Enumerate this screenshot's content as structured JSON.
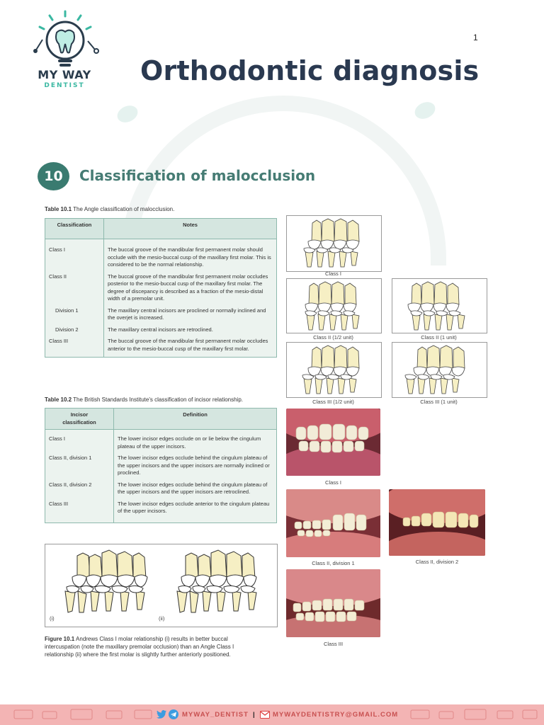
{
  "page_number": "1",
  "logo": {
    "line1": "MY WAY",
    "line2": "DENTIST"
  },
  "title": "Orthodontic diagnosis",
  "chapter": {
    "number": "10",
    "title": "Classification of malocclusion"
  },
  "table1": {
    "caption_bold": "Table 10.1",
    "caption": "The Angle classification of malocclusion.",
    "headers": [
      "Classification",
      "Notes"
    ],
    "rows": [
      [
        "Class I",
        "The buccal groove of the mandibular first permanent molar should occlude with the mesio-buccal cusp of the maxillary first molar. This is considered to be the normal relationship."
      ],
      [
        "Class II",
        "The buccal groove of the mandibular first permanent molar occludes posterior to the mesio-buccal cusp of the maxillary first molar. The degree of discepancy is described as a fraction of the mesio-distal width of a premolar unit."
      ],
      [
        "Division 1",
        "The maxillary central incisors are proclined or normally inclined and the overjet is increased."
      ],
      [
        "Division 2",
        "The maxillary central incisors are retroclined."
      ],
      [
        "Class III",
        "The buccal groove of the mandibular first permanent molar occludes anterior to the mesio-buccal cusp of the maxillary first molar."
      ]
    ]
  },
  "table2": {
    "caption_bold": "Table 10.2",
    "caption": "The British Standards Institute's classification of incisor relationship.",
    "headers": [
      "Incisor classification",
      "Definition"
    ],
    "rows": [
      [
        "Class I",
        "The lower incisor edges occlude on or lie below the cingulum plateau of the upper incisors."
      ],
      [
        "Class II, division 1",
        "The lower incisor edges occlude behind the cingulum plateau of the upper incisors and the upper incisors are normally inclined or proclined."
      ],
      [
        "Class II, division 2",
        "The lower incisor edges occlude behind the cingulum plateau of the upper incisors and the upper incisors are retroclined."
      ],
      [
        "Class III",
        "The lower incisor edges occlude anterior to the cingulum plateau of the upper incisors."
      ]
    ]
  },
  "figure": {
    "label_i": "(i)",
    "label_ii": "(ii)",
    "caption_bold": "Figure 10.1",
    "caption": "Andrews Class I molar relationship (i) results in better buccal intercuspation (note the maxillary premolar occlusion) than an Angle Class I relationship (ii) where the first molar is slightly further anteriorly positioned."
  },
  "diagram_labels": {
    "class1": "Class I",
    "class2_half": "Class II (1/2 unit)",
    "class2_full": "Class II (1 unit)",
    "class3_half": "Class III (1/2 unit)",
    "class3_full": "Class III (1 unit)"
  },
  "photo_labels": {
    "class1": "Class I",
    "class2_div1": "Class II, division 1",
    "class2_div2": "Class II, division 2",
    "class3": "Class III"
  },
  "footer": {
    "handle": "MYWAY_DENTIST",
    "separator": "|",
    "email": "MYWAYDENTISTRY@GMAIL.COM"
  },
  "colors": {
    "title": "#2a3950",
    "chapter_circle": "#3a7b70",
    "chapter_title": "#467c74",
    "table_header": "#d5e6e0",
    "table_body": "#ecf3ef",
    "footer_band": "#f3b4b4",
    "footer_text": "#c85050",
    "tooth_fill": "#f6efc4"
  }
}
